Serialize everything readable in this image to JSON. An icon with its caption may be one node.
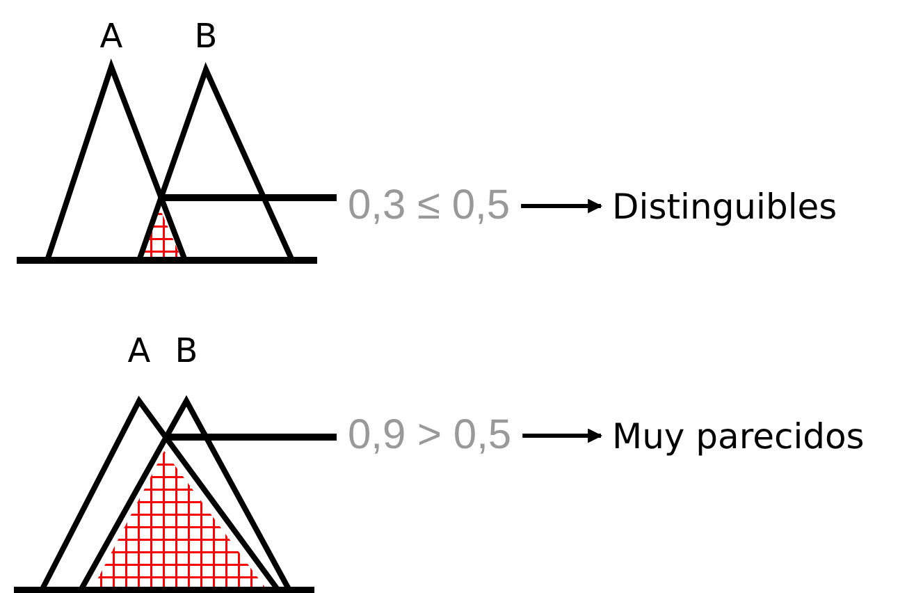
{
  "diagram": {
    "nodes": [
      {
        "text": [
          "0,3 ≤ 0,5"
        ]
      },
      {
        "text": [
          "Distinguibles"
        ]
      },
      {
        "text": [
          "0,9 > 0,5"
        ]
      },
      {
        "text": [
          "Muy parecidos"
        ]
      }
    ],
    "edges": [
      {
        "from": 0,
        "to": null,
        "arrow": "none"
      },
      {
        "from": 0,
        "to": 1,
        "arrow": "to"
      },
      {
        "from": 2,
        "to": null,
        "arrow": "none"
      },
      {
        "from": 2,
        "to": 3,
        "arrow": "to"
      }
    ],
    "labels": [
      "A",
      "B",
      "A",
      "B"
    ]
  }
}
